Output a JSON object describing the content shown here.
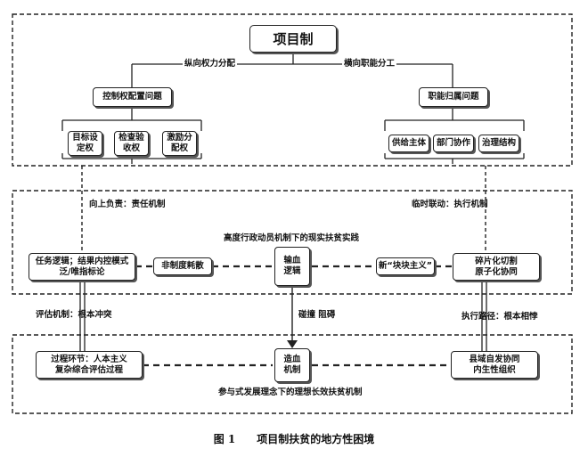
{
  "title": "项目制",
  "branch_left": "纵向权力分配",
  "branch_right": "横向职能分工",
  "left_issue": "控制权配置问题",
  "right_issue": "职能归属问题",
  "left_items": [
    "目标设\n定权",
    "检查验\n收权",
    "激励分\n配权"
  ],
  "right_items": [
    "供给主体",
    "部门协作",
    "治理结构"
  ],
  "upward_label": "向上负责：责任机制",
  "temp_label": "临时联动：执行机制",
  "middle_heading": "高度行政动员机制下的现实扶贫实践",
  "task_logic": "任务逻辑；结果内控模式\n泛/唯指标论",
  "non_institutional": "非制度耗散",
  "transfusion": "输血\n逻辑",
  "new_block": "新“块块主义”",
  "fragmented": "碎片化切割\n原子化协同",
  "eval_label": "评估机制：根本冲突",
  "collide_label": "碰撞 阻碍",
  "exec_label": "执行路径：根本相悖",
  "process_box": "过程环节：人本主义\n复杂综合评估过程",
  "blood_making": "造血\n机制",
  "county_box": "县域自发协同\n内生性组织",
  "bottom_heading": "参与式发展理念下的理想长效扶贫机制",
  "caption": "图 1　　项目制扶贫的地方性困境"
}
